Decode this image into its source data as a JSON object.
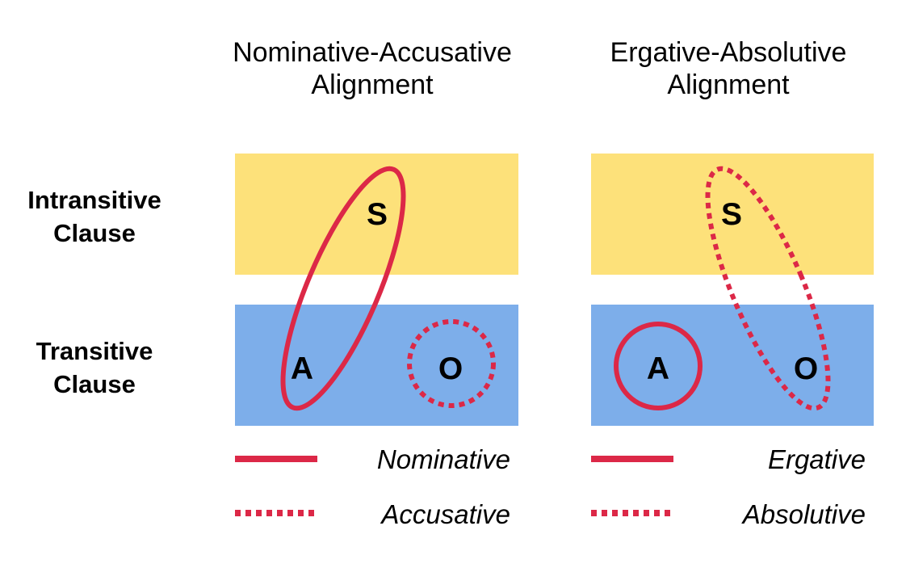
{
  "colors": {
    "intransitive_band": "#fde17a",
    "transitive_band": "#7daeea",
    "marker": "#dc2847"
  },
  "row_labels": {
    "intransitive": [
      "Intransitive",
      "Clause"
    ],
    "transitive": [
      "Transitive",
      "Clause"
    ]
  },
  "panels": [
    {
      "title": [
        "Nominative-Accusative",
        "Alignment"
      ],
      "roles": {
        "s": "S",
        "a": "A",
        "o": "O"
      },
      "groupings": [
        {
          "style": "solid",
          "members": [
            "S",
            "A"
          ]
        },
        {
          "style": "dotted",
          "members": [
            "O"
          ]
        }
      ],
      "legend": [
        {
          "style": "solid",
          "label": "Nominative"
        },
        {
          "style": "dotted",
          "label": "Accusative"
        }
      ]
    },
    {
      "title": [
        "Ergative-Absolutive",
        "Alignment"
      ],
      "roles": {
        "s": "S",
        "a": "A",
        "o": "O"
      },
      "groupings": [
        {
          "style": "solid",
          "members": [
            "A"
          ]
        },
        {
          "style": "dotted",
          "members": [
            "S",
            "O"
          ]
        }
      ],
      "legend": [
        {
          "style": "solid",
          "label": "Ergative"
        },
        {
          "style": "dotted",
          "label": "Absolutive"
        }
      ]
    }
  ]
}
